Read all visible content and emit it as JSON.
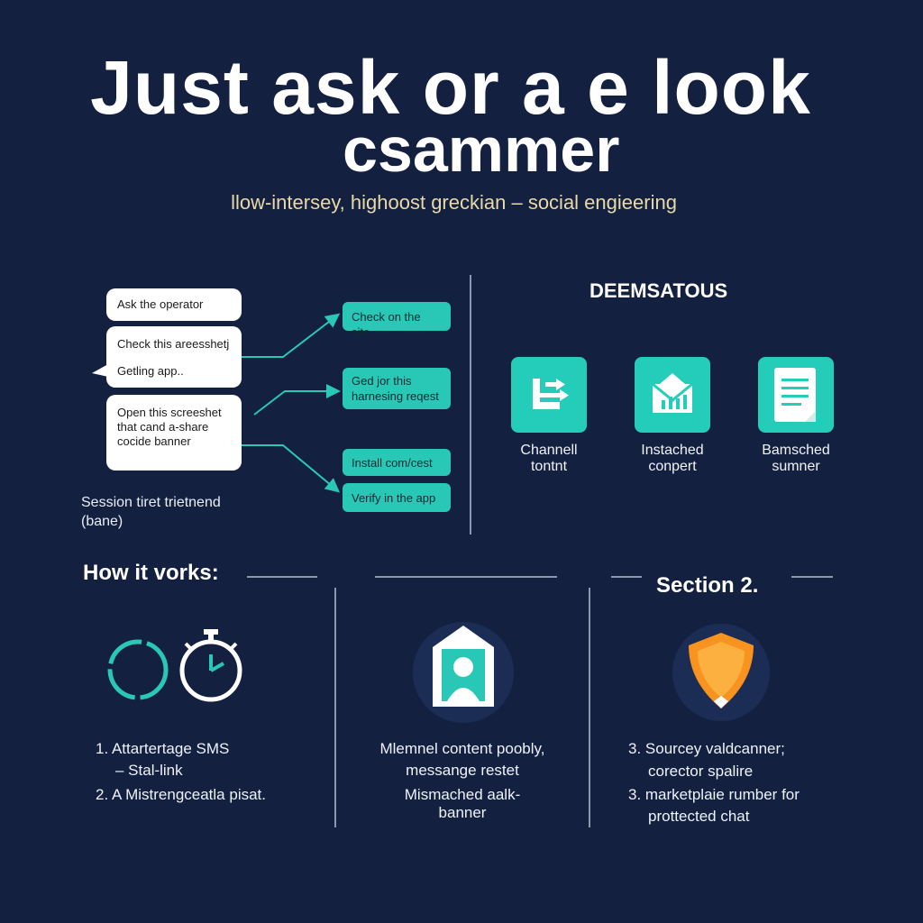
{
  "header": {
    "title_line1": "Just ask or a e look",
    "title_line2": "csammer",
    "subtitle": "llow-intersey, highoost greckian – social engieering"
  },
  "chat_panel": {
    "bubbles": [
      {
        "text": "Ask the operator"
      },
      {
        "line1": "Check this areesshetj",
        "line2": "Getling app.."
      },
      {
        "line1": "Open this screeshet",
        "line2": "that cand a-share",
        "line3": "cocide banner"
      }
    ],
    "targets": [
      {
        "text": "Check on the site"
      },
      {
        "line1": "Ged jor this",
        "line2": "harnesing reqest"
      },
      {
        "text": "Install com/cest"
      },
      {
        "text": "Verify in the app"
      }
    ],
    "caption_line1": "Session tiret trietnend",
    "caption_line2": "(bane)"
  },
  "demo_panel": {
    "heading": "DEEMSATOUS",
    "tiles": [
      {
        "icon": "channel-icon",
        "line1": "Channell",
        "line2": "tontnt"
      },
      {
        "icon": "chart-envelope-icon",
        "line1": "Instached",
        "line2": "conpert"
      },
      {
        "icon": "document-icon",
        "line1": "Bamsched",
        "line2": "sumner"
      }
    ]
  },
  "how_it_works": {
    "heading": "How it vorks:",
    "section2_heading": "Section 2.",
    "col1": {
      "icons": [
        "loading-ring-icon",
        "stopwatch-icon"
      ],
      "lines": [
        "1.  Attartertage SMS",
        "– Stal-link",
        "2. A Mistrengceatla pisat."
      ]
    },
    "col2": {
      "icon": "user-badge-icon",
      "lines": [
        "Mlemnel content poobly,",
        "messange restet",
        "Mismached aalk-",
        "banner"
      ]
    },
    "col3": {
      "icon": "shield-icon",
      "lines": [
        "3. Sourcey valdcanner;",
        "corector spalire",
        "3. marketplaie rumber for",
        "prottected chat"
      ]
    },
    "colors": {
      "teal": "#29c7b5",
      "orange": "#f7931e",
      "background": "#14203f"
    }
  }
}
